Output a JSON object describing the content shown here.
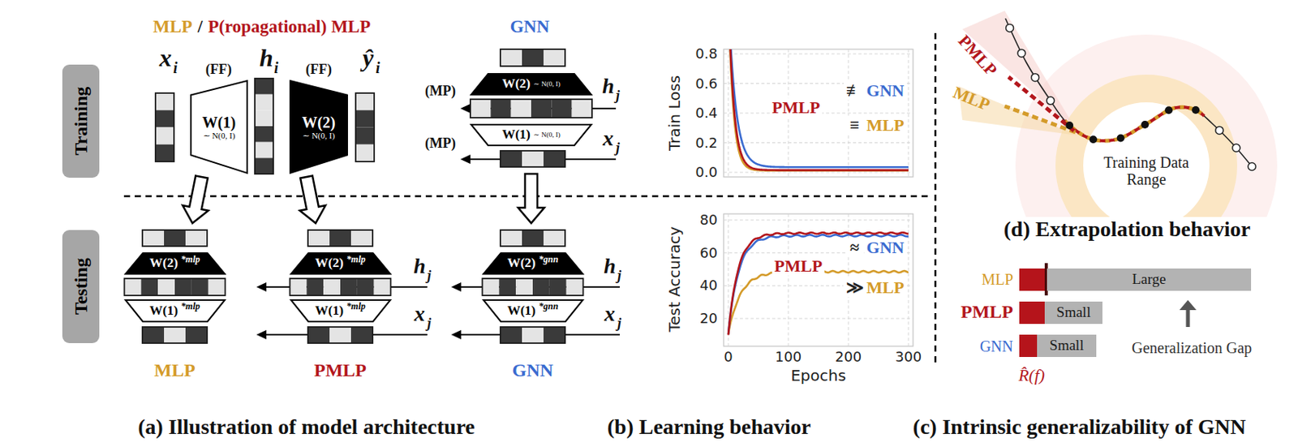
{
  "diagram": {
    "nodes": [
      {
        "text": [
          "Training"
        ]
      },
      {
        "text": [
          "W(1)",
          "∼ N(0, I)"
        ]
      },
      {
        "text": [
          "W(2)",
          "∼ N(0, I)"
        ]
      },
      {
        "text": [
          "W(2)",
          "∼ N(0, I)"
        ]
      },
      {
        "text": [
          "W(1)",
          "∼ N(0, I)"
        ]
      },
      {
        "text": [
          "Testing"
        ]
      },
      {
        "text": [
          "W(2)",
          "*mlp"
        ]
      },
      {
        "text": [
          "W(1)",
          "*mlp"
        ]
      },
      {
        "text": [
          "W(2)",
          "*mlp"
        ]
      },
      {
        "text": [
          "W(1)",
          "*mlp"
        ]
      },
      {
        "text": [
          "W(2)",
          "*gnn"
        ]
      },
      {
        "text": [
          "W(1)",
          "*gnn"
        ]
      },
      {
        "text": [
          "Training Data Range"
        ]
      },
      {
        "text": [
          "Large"
        ]
      },
      {
        "text": [
          "Small"
        ]
      },
      {
        "text": [
          "Small"
        ]
      }
    ],
    "labels": [
      "MLP",
      "/",
      "P(ropagational) MLP",
      "GNN",
      "x",
      "i",
      "h",
      "i",
      "ŷ",
      "i",
      "(FF)",
      "(FF)",
      "(MP)",
      "(MP)",
      "h",
      "j",
      "x",
      "j",
      "h",
      "j",
      "x",
      "j",
      "h",
      "j",
      "x",
      "j",
      "MLP",
      "PMLP",
      "GNN",
      "Train Loss",
      "0.0",
      "0.2",
      "0.4",
      "0.6",
      "0.8",
      "PMLP",
      "≢",
      "GNN",
      "≡",
      "MLP",
      "Test Accuracy",
      "20",
      "40",
      "60",
      "80",
      "0",
      "100",
      "200",
      "300",
      "Epochs",
      "PMLP",
      "≈",
      "GNN",
      "≫",
      "MLP",
      "PMLP",
      "MLP",
      "(d) Extrapolation behavior",
      "MLP",
      "PMLP",
      "GNN",
      "Generalization Gap",
      "R̂(f)",
      "(a) Illustration of model architecture",
      "(b) Learning behavior",
      "(c) Intrinsic generalizability of GNN"
    ]
  }
}
